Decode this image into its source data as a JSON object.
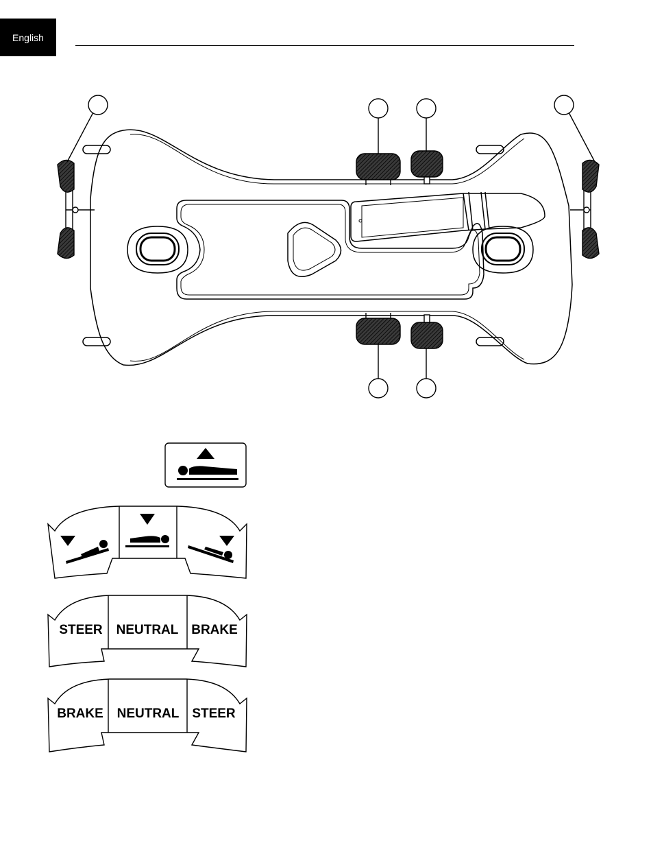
{
  "header": {
    "language_tab": "English"
  },
  "colors": {
    "ink": "#000000",
    "paper": "#ffffff",
    "knob_fill": "#555555"
  },
  "figure": {
    "callouts": [
      "",
      "",
      "",
      "",
      "",
      ""
    ],
    "icons": [
      "raise-bed-pictogram",
      "lower-tilt-trendelenburg-pictogram",
      "lower-flat-pictogram",
      "lower-tilt-reverse-trendelenburg-pictogram"
    ]
  },
  "pedal_labels_1": {
    "left": "STEER",
    "center": "NEUTRAL",
    "right": "BRAKE"
  },
  "pedal_labels_2": {
    "left": "BRAKE",
    "center": "NEUTRAL",
    "right": "STEER"
  }
}
